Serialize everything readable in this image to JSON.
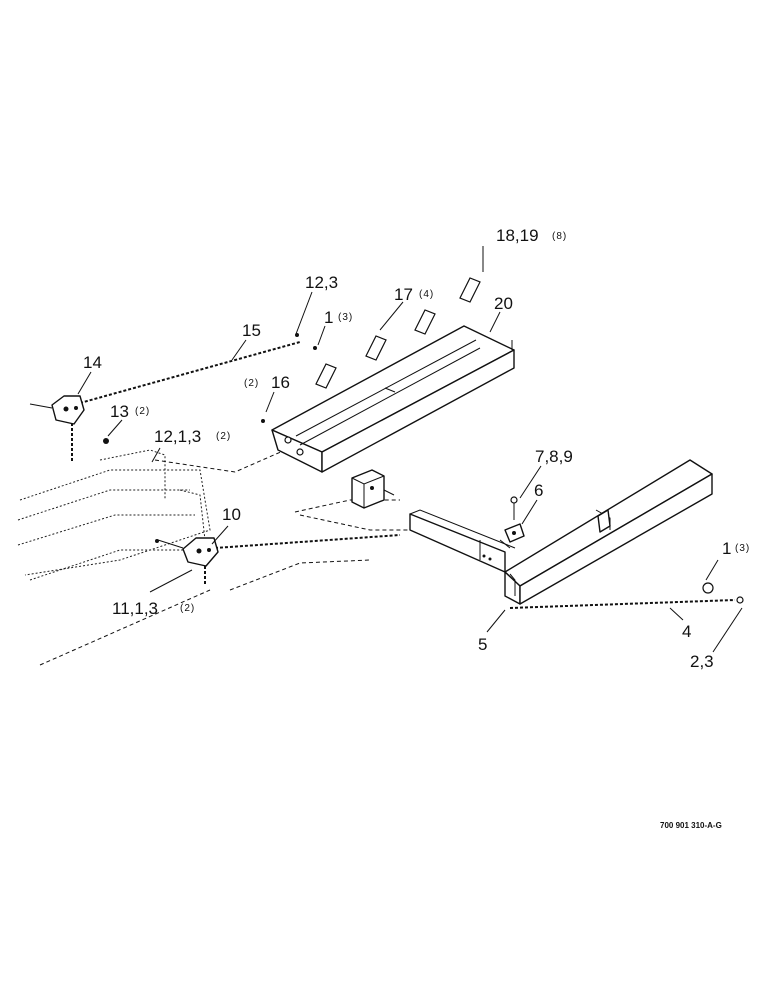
{
  "callouts": [
    {
      "id": "c18",
      "text": "18,19",
      "qty": "(8)"
    },
    {
      "id": "c123a",
      "text": "12,3",
      "qty": ""
    },
    {
      "id": "c17",
      "text": "17",
      "qty": "(4)"
    },
    {
      "id": "c20",
      "text": "20",
      "qty": ""
    },
    {
      "id": "c15",
      "text": "15",
      "qty": ""
    },
    {
      "id": "c1a",
      "text": "1",
      "qty": "(3)"
    },
    {
      "id": "c14",
      "text": "14",
      "qty": ""
    },
    {
      "id": "c16",
      "text": "16",
      "qty": "(2)"
    },
    {
      "id": "c13",
      "text": "13",
      "qty": "(2)"
    },
    {
      "id": "c1213",
      "text": "12,1,3",
      "qty": "(2)"
    },
    {
      "id": "c789",
      "text": "7,8,9",
      "qty": ""
    },
    {
      "id": "c6",
      "text": "6",
      "qty": ""
    },
    {
      "id": "c10",
      "text": "10",
      "qty": ""
    },
    {
      "id": "c1b",
      "text": "1",
      "qty": "(3)"
    },
    {
      "id": "c1113",
      "text": "11,1,3",
      "qty": "(2)"
    },
    {
      "id": "c4",
      "text": "4",
      "qty": ""
    },
    {
      "id": "c5",
      "text": "5",
      "qty": ""
    },
    {
      "id": "c23",
      "text": "2,3",
      "qty": ""
    }
  ],
  "reference_code": "700 901 310-A-G"
}
